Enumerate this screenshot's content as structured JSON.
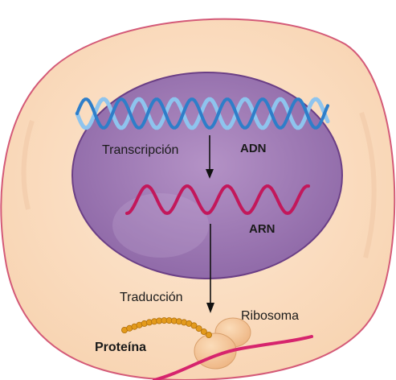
{
  "labels": {
    "transcription": "Transcripción",
    "dna": "ADN",
    "rna": "ARN",
    "translation": "Traducción",
    "ribosome": "Ribosoma",
    "protein": "Proteína"
  },
  "colors": {
    "cell_fill": "#fbe1c7",
    "cell_border": "#d45a78",
    "nucleus_fill": "#9f7ab5",
    "nucleus_border": "#6b3f86",
    "dna_strand_a": "#2e7ec9",
    "dna_strand_b": "#8ec4ee",
    "rna_strand": "#c2185b",
    "mrna": "#d6246d",
    "protein_beads": "#e39a1c",
    "ribosome": "#f6c99a",
    "arrow": "#111111"
  },
  "icons": [
    "cell-membrane",
    "nucleus",
    "dna-double-helix",
    "rna-strand",
    "ribosome",
    "protein-chain"
  ]
}
